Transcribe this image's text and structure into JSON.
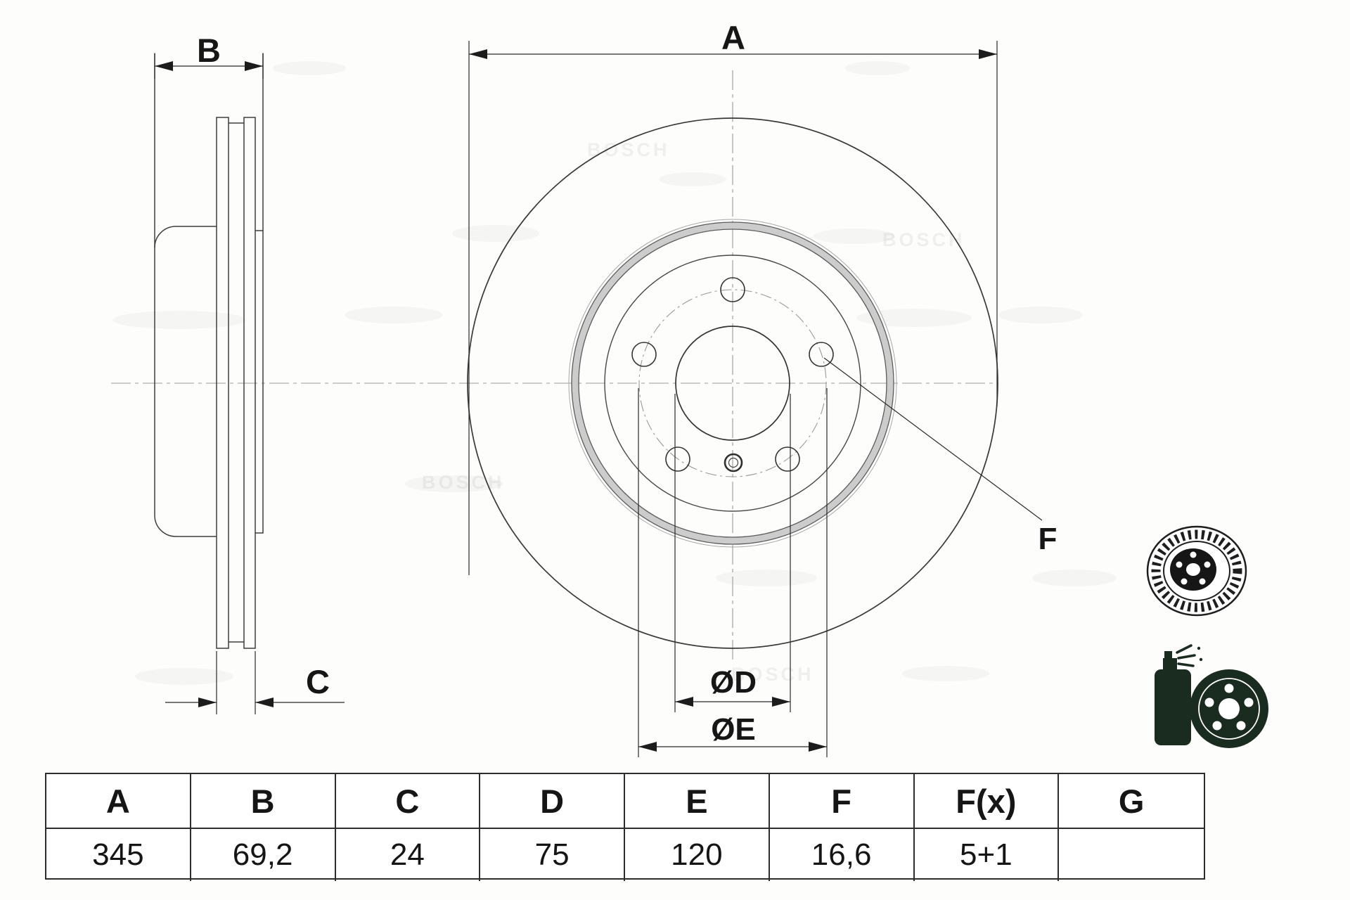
{
  "labels": {
    "a": "A",
    "b": "B",
    "c": "C",
    "diam_d": "ØD",
    "diam_e": "ØE",
    "f": "F"
  },
  "table": {
    "headers": [
      "A",
      "B",
      "C",
      "D",
      "E",
      "F",
      "F(x)",
      "G"
    ],
    "values": [
      "345",
      "69,2",
      "24",
      "75",
      "120",
      "16,6",
      "5+1",
      ""
    ]
  },
  "watermark": {
    "brand": "BOSCH"
  },
  "icons": {
    "disc_3d": "brake-disc-3d-icon",
    "coating": "spray-coated-disc-icon"
  },
  "colors": {
    "line": "#3f3f3f",
    "dim": "#222222",
    "centerline": "#9a9a9a",
    "band_fill": "#cccccc",
    "icon_dark": "#1a2b20"
  }
}
